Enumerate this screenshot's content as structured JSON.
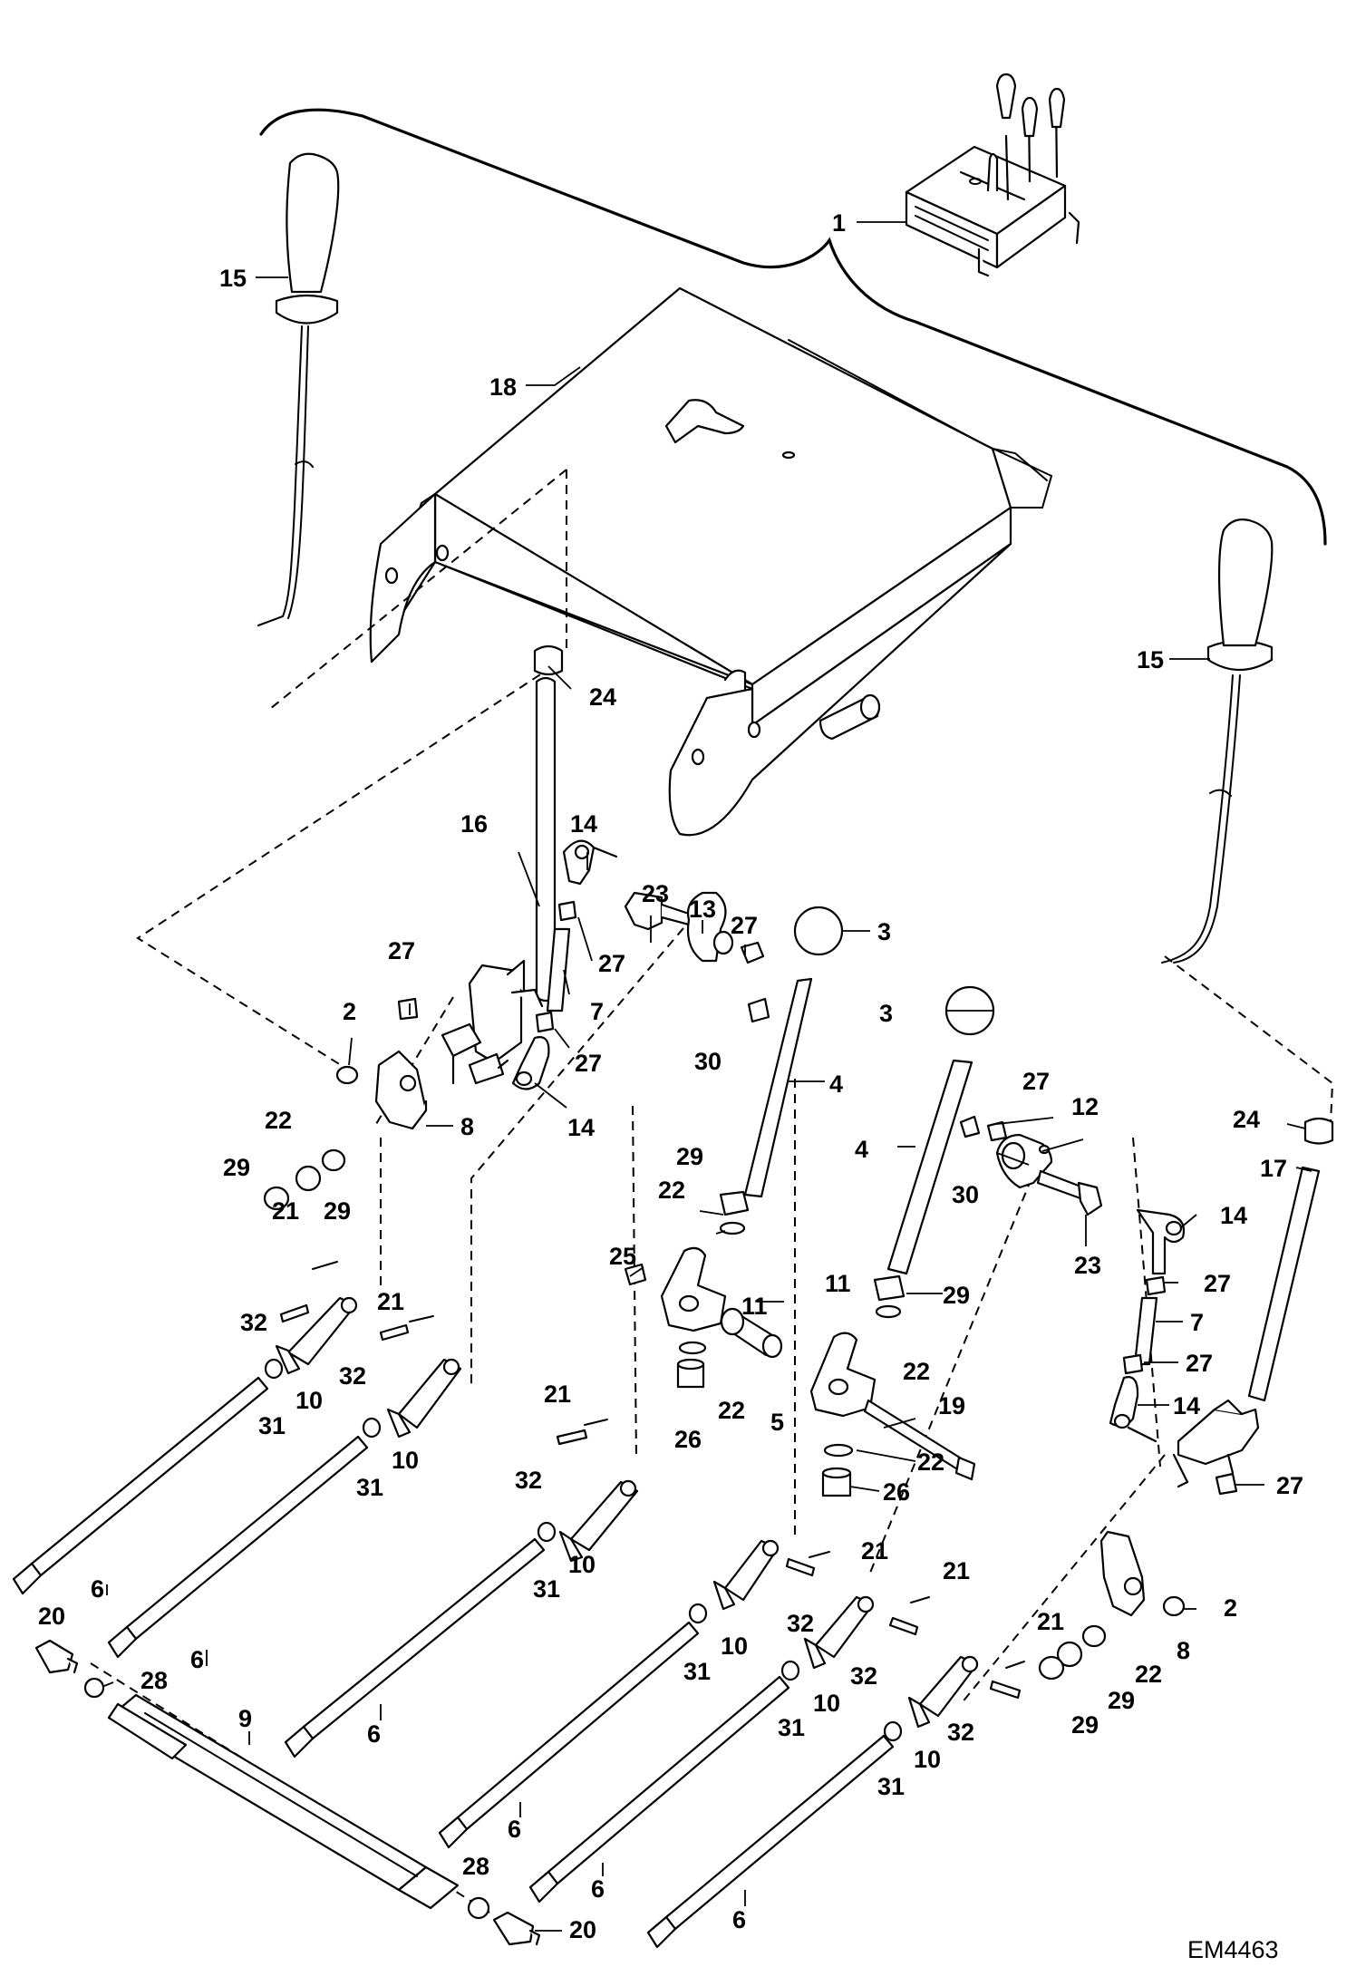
{
  "diagram_code": "EM4463",
  "callouts": {
    "c1": "1",
    "c2a": "2",
    "c2b": "2",
    "c3a": "3",
    "c3b": "3",
    "c4a": "4",
    "c4b": "4",
    "c5": "5",
    "c6a": "6",
    "c6b": "6",
    "c6c": "6",
    "c6d": "6",
    "c6e": "6",
    "c6f": "6",
    "c7a": "7",
    "c7b": "7",
    "c8a": "8",
    "c8b": "8",
    "c9": "9",
    "c10a": "10",
    "c10b": "10",
    "c10c": "10",
    "c10d": "10",
    "c10e": "10",
    "c10f": "10",
    "c11a": "11",
    "c11b": "11",
    "c12": "12",
    "c13": "13",
    "c14a": "14",
    "c14b": "14",
    "c14c": "14",
    "c14d": "14",
    "c15a": "15",
    "c15b": "15",
    "c16": "16",
    "c17": "17",
    "c18": "18",
    "c19": "19",
    "c20a": "20",
    "c20b": "20",
    "c21a": "21",
    "c21b": "21",
    "c21c": "21",
    "c21d": "21",
    "c21e": "21",
    "c21f": "21",
    "c22a": "22",
    "c22b": "22",
    "c22c": "22",
    "c22d": "22",
    "c22e": "22",
    "c22f": "22",
    "c23a": "23",
    "c23b": "23",
    "c24a": "24",
    "c24b": "24",
    "c25": "25",
    "c26a": "26",
    "c26b": "26",
    "c27a": "27",
    "c27b": "27",
    "c27c": "27",
    "c27d": "27",
    "c27e": "27",
    "c27f": "27",
    "c27g": "27",
    "c27h": "27",
    "c28a": "28",
    "c28b": "28",
    "c29a": "29",
    "c29b": "29",
    "c29c": "29",
    "c29d": "29",
    "c29e": "29",
    "c29f": "29",
    "c30a": "30",
    "c30b": "30",
    "c31a": "31",
    "c31b": "31",
    "c31c": "31",
    "c31d": "31",
    "c31e": "31",
    "c31f": "31",
    "c32a": "32",
    "c32b": "32",
    "c32c": "32",
    "c32d": "32",
    "c32e": "32",
    "c32f": "32"
  }
}
